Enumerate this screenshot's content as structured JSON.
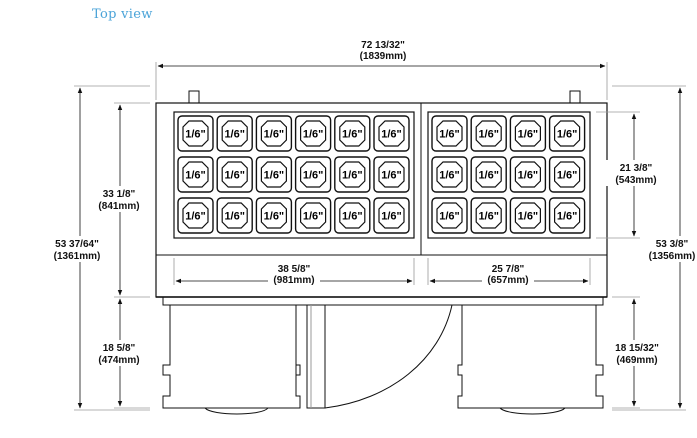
{
  "header": {
    "title": "Top view"
  },
  "colors": {
    "header": "#4aa3d8",
    "line": "#111111",
    "light": "#9a9a9a"
  },
  "pan_label": "1/6\"",
  "pans": {
    "left": {
      "cols": 6,
      "rows": 3
    },
    "right": {
      "cols": 4,
      "rows": 3
    }
  },
  "dimensions": {
    "overall_width": {
      "imperial": "72 13/32\"",
      "metric": "(1839mm)"
    },
    "left_pan_width": {
      "imperial": "38 5/8\"",
      "metric": "(981mm)"
    },
    "right_pan_width": {
      "imperial": "25 7/8\"",
      "metric": "(657mm)"
    },
    "overall_depth_left": {
      "imperial": "53 37/64\"",
      "metric": "(1361mm)"
    },
    "overall_depth_right": {
      "imperial": "53 3/8\"",
      "metric": "(1356mm)"
    },
    "top_depth": {
      "imperial": "33 1/8\"",
      "metric": "(841mm)"
    },
    "pan_depth": {
      "imperial": "21 3/8\"",
      "metric": "(543mm)"
    },
    "door_depth_left": {
      "imperial": "18 5/8\"",
      "metric": "(474mm)"
    },
    "door_depth_right": {
      "imperial": "18 15/32\"",
      "metric": "(469mm)"
    }
  }
}
